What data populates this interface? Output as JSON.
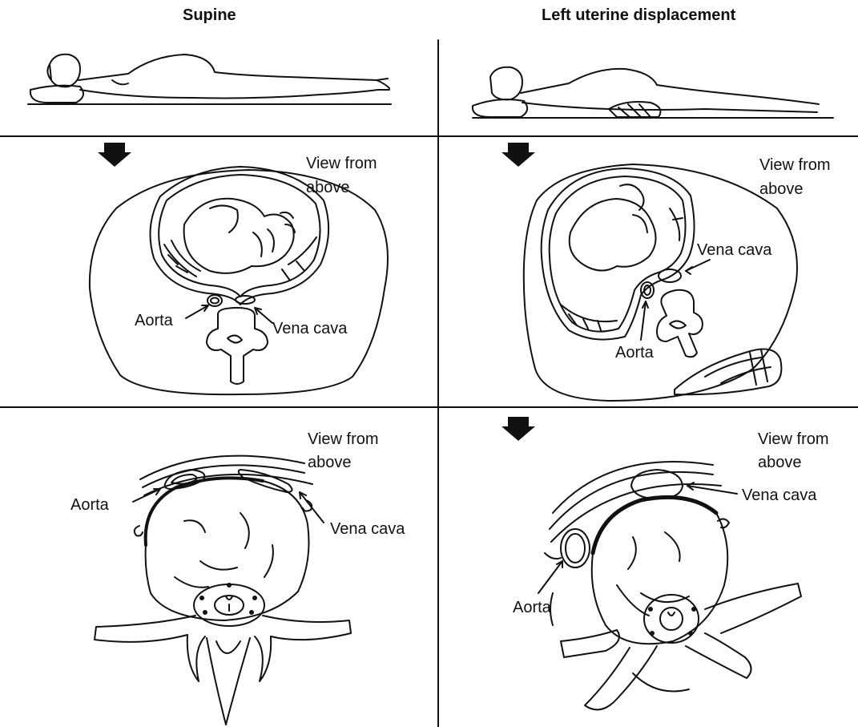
{
  "columns": {
    "left": {
      "heading": "Supine"
    },
    "right": {
      "heading": "Left uterine displacement"
    }
  },
  "panels": {
    "supine_abdomen": {
      "view_label_line1": "View from",
      "view_label_line2": "above",
      "aorta_label": "Aorta",
      "vena_cava_label": "Vena cava"
    },
    "lud_abdomen": {
      "view_label_line1": "View from",
      "view_label_line2": "above",
      "aorta_label": "Aorta",
      "vena_cava_label": "Vena cava"
    },
    "supine_vertebra": {
      "view_label_line1": "View from",
      "view_label_line2": "above",
      "aorta_label": "Aorta",
      "vena_cava_label": "Vena cava"
    },
    "lud_vertebra": {
      "view_label_line1": "View from",
      "view_label_line2": "above",
      "aorta_label": "Aorta",
      "vena_cava_label": "Vena cava"
    }
  },
  "colors": {
    "ink": "#111111",
    "background": "#ffffff"
  }
}
